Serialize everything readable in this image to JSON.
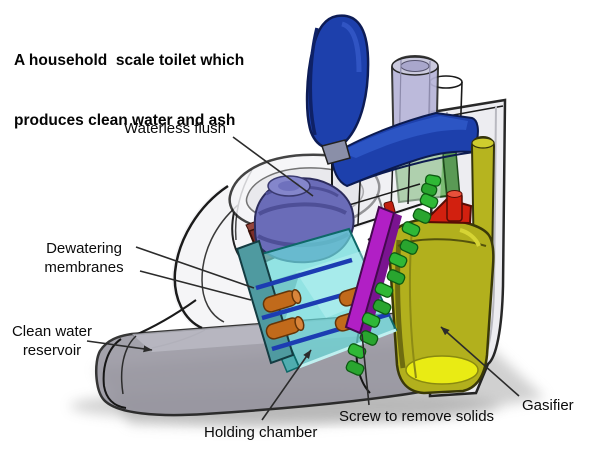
{
  "title": {
    "line1": "A household  scale toilet which",
    "line2": "produces clean water and ash"
  },
  "labels": {
    "waterless_flush": "Waterless flush",
    "dewatering_membranes_line1": "Dewatering",
    "dewatering_membranes_line2": "membranes",
    "clean_water_line1": "Clean water",
    "clean_water_line2": "reservoir",
    "holding_chamber": "Holding chamber",
    "screw": "Screw to remove solids",
    "gasifier": "Gasifier"
  },
  "colors": {
    "lid_seat_blue": "#1d40ac",
    "seat_highlight": "#2c55c4",
    "vent_pipe_lavender": "#b7b5d8",
    "hopper_green": "#7abc72",
    "swirl_cone_purple": "#6a6cb8",
    "maroon_box": "#7b2e28",
    "holding_chamber_cyan": "#68d8d8",
    "membrane_orange": "#c16a1b",
    "strap_blue": "#1c3cb2",
    "auger_plate_magenta": "#b11fc5",
    "screw_green": "#2fb836",
    "red_parts": "#d2200f",
    "gasifier_yellow": "#b2b01d",
    "gasifier_glow": "#e9eb14",
    "shell_gray": "#ececf0",
    "reservoir_gray": "#94929d",
    "outline": "#1a1a1a",
    "leader_line": "#2b2b2b"
  }
}
